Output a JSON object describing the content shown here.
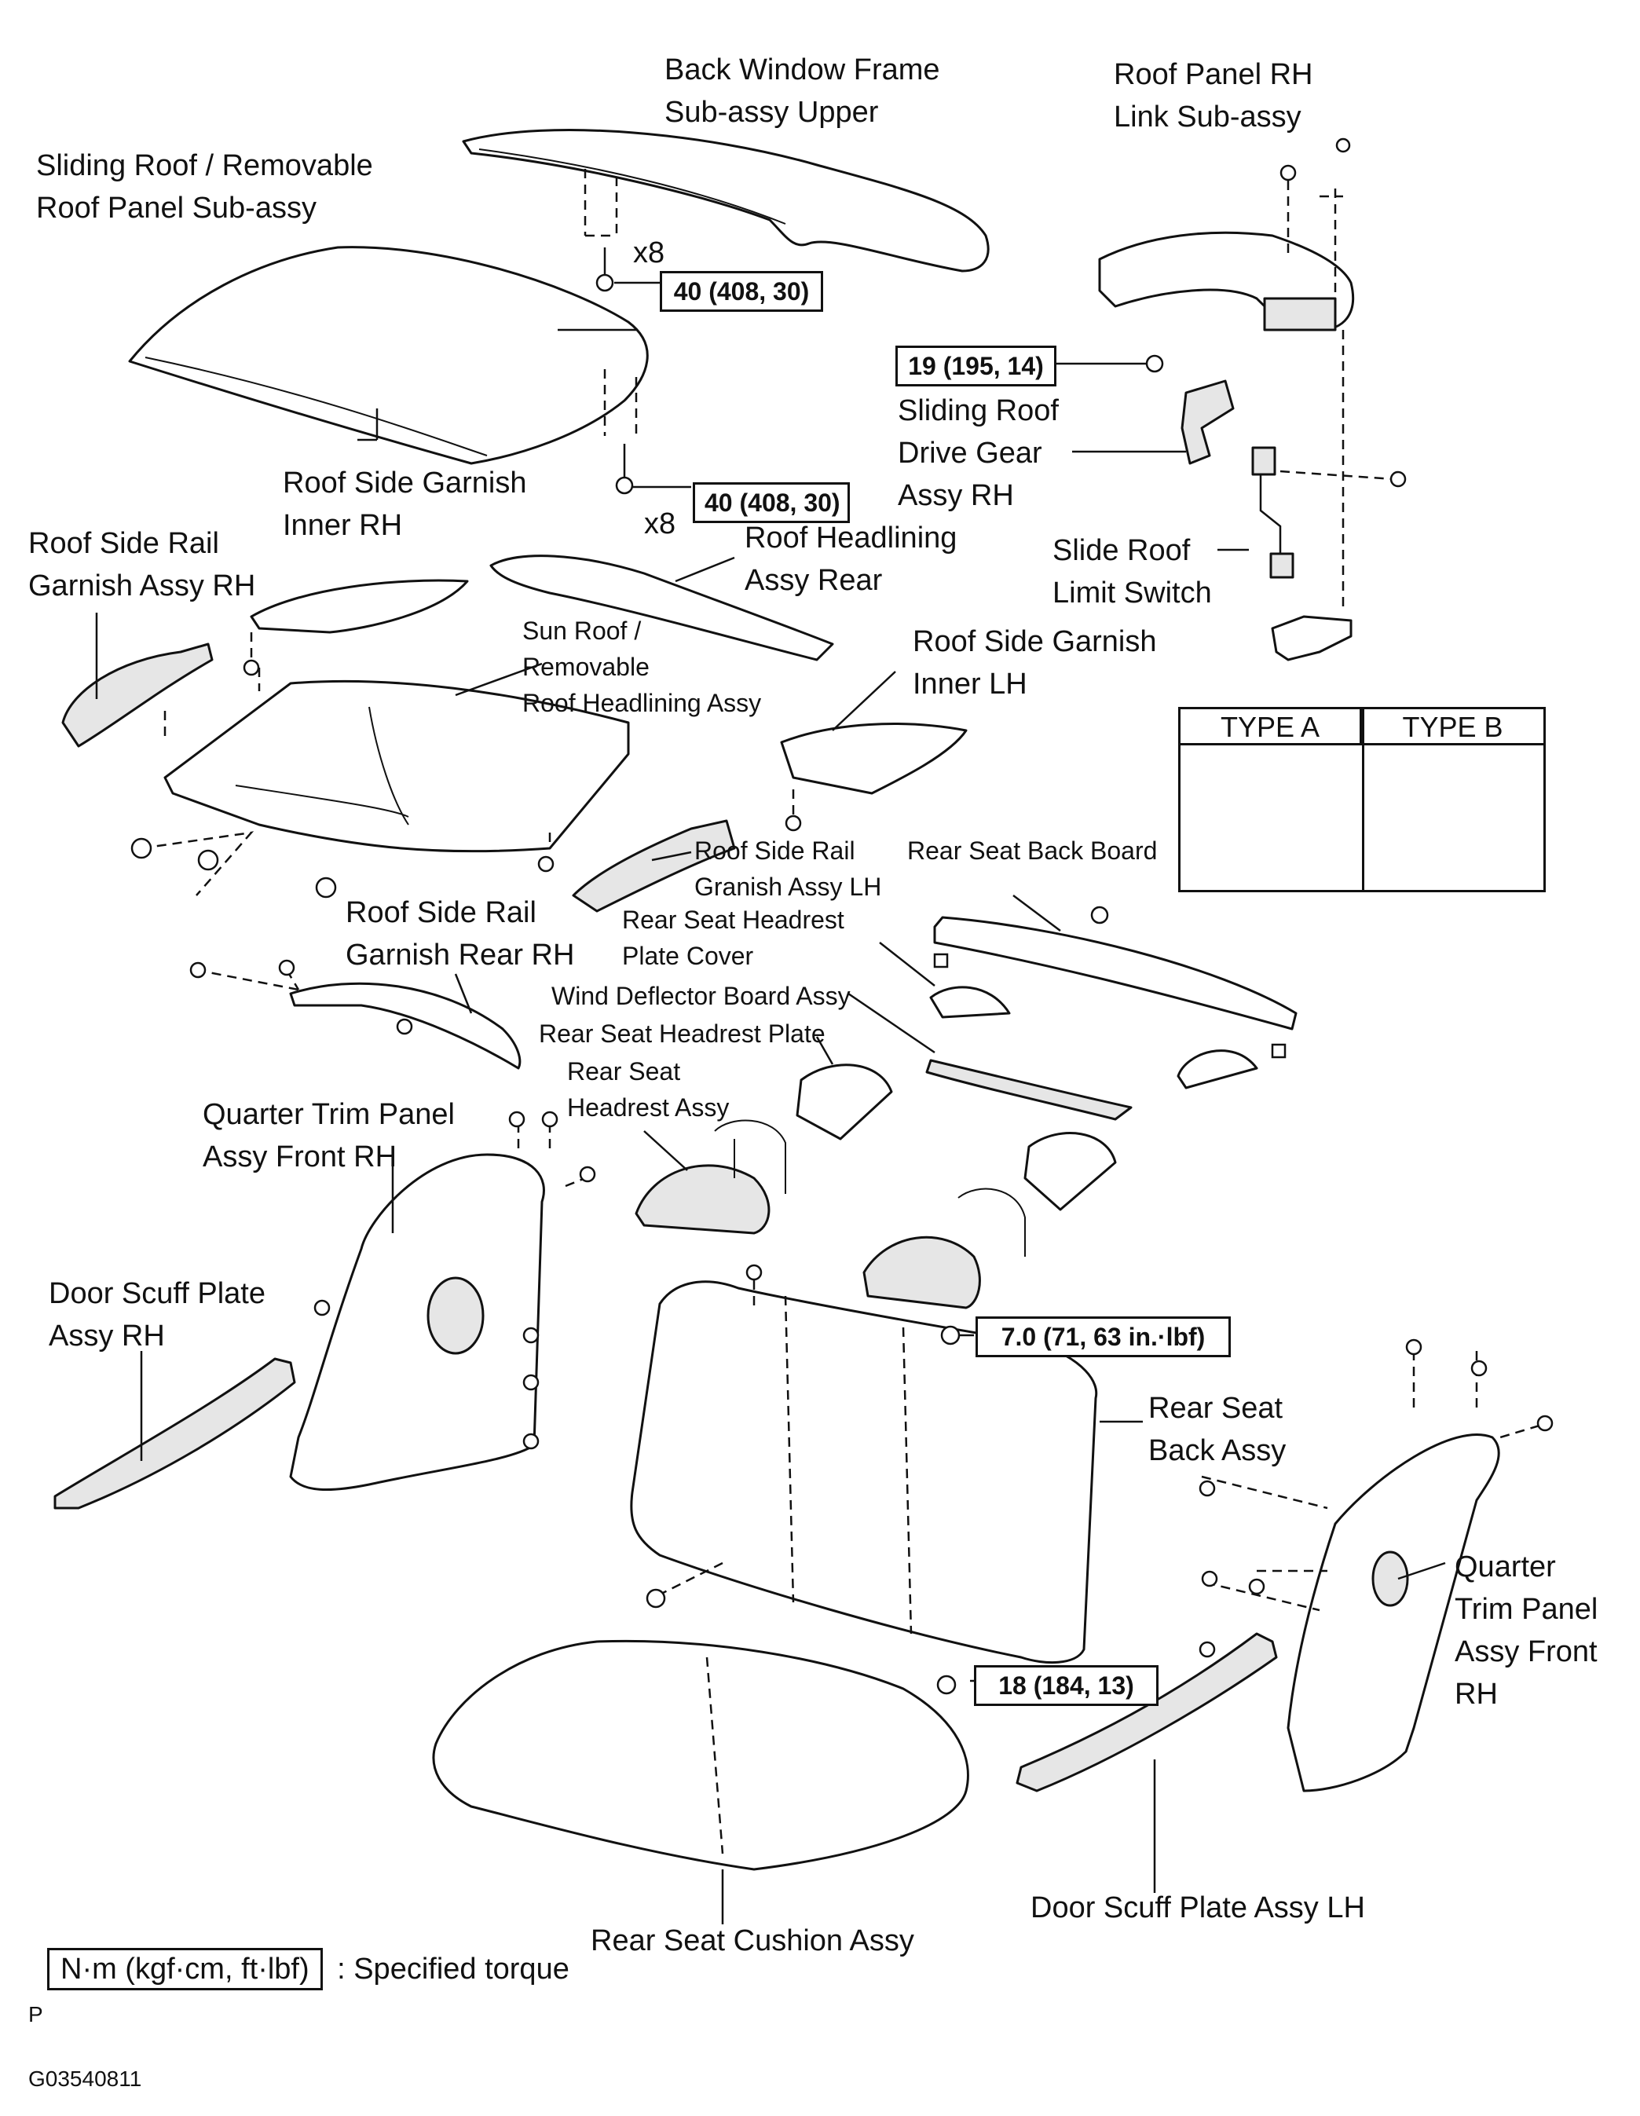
{
  "diagram": {
    "labels": {
      "back_window_frame": [
        "Back Window Frame",
        "Sub-assy Upper"
      ],
      "roof_panel_rh_link": [
        "Roof Panel RH",
        "Link Sub-assy"
      ],
      "sliding_roof_panel": [
        "Sliding Roof / Removable",
        "Roof Panel Sub-assy"
      ],
      "sliding_roof_drive_gear": [
        "Sliding Roof",
        "Drive Gear",
        "Assy RH"
      ],
      "roof_side_garnish_inner_rh": [
        "Roof Side Garnish",
        "Inner RH"
      ],
      "roof_side_rail_garnish_rh": [
        "Roof Side Rail",
        "Garnish Assy RH"
      ],
      "roof_headlining_rear": [
        "Roof Headlining",
        "Assy Rear"
      ],
      "slide_roof_limit_switch": [
        "Slide Roof",
        "Limit Switch"
      ],
      "sun_roof_headlining": [
        "Sun Roof /",
        "Removable",
        "Roof Headlining Assy"
      ],
      "roof_side_garnish_inner_lh": [
        "Roof Side Garnish",
        "Inner LH"
      ],
      "roof_side_rail_granish_lh": [
        "Roof Side Rail",
        "Granish Assy LH"
      ],
      "rear_seat_back_board": [
        "Rear Seat Back Board"
      ],
      "roof_side_rail_garnish_rear_rh": [
        "Roof Side Rail",
        "Garnish Rear RH"
      ],
      "rear_seat_headrest_plate_cover": [
        "Rear Seat Headrest",
        "Plate Cover"
      ],
      "wind_deflector_board": [
        "Wind Deflector Board Assy"
      ],
      "rear_seat_headrest_plate": [
        "Rear Seat Headrest Plate"
      ],
      "rear_seat_headrest_assy": [
        "Rear Seat",
        "Headrest Assy"
      ],
      "quarter_trim_front_rh_left": [
        "Quarter Trim Panel",
        "Assy Front RH"
      ],
      "door_scuff_plate_rh": [
        "Door Scuff Plate",
        "Assy RH"
      ],
      "rear_seat_back_assy": [
        "Rear Seat",
        "Back Assy"
      ],
      "quarter_trim_front_rh_right": [
        "Quarter",
        "Trim Panel",
        "Assy Front",
        "RH"
      ],
      "door_scuff_plate_lh": [
        "Door Scuff Plate Assy LH"
      ],
      "rear_seat_cushion": [
        "Rear Seat Cushion Assy"
      ]
    },
    "multipliers": {
      "upper": "x8",
      "lower": "x8"
    },
    "torques": {
      "back_window_frame": "40 (408, 30)",
      "sliding_roof": "40 (408, 30)",
      "drive_gear": "19 (195, 14)",
      "seat_back_upper": "7.0 (71, 63 in.·lbf)",
      "seat_back_lower": "18 (184, 13)"
    },
    "type_box": {
      "type_a": "TYPE A",
      "type_b": "TYPE B"
    },
    "legend": {
      "unit": "N·m (kgf·cm, ft·lbf)",
      "description": ": Specified torque"
    },
    "footer": {
      "letter": "P",
      "code": "G03540811"
    }
  }
}
